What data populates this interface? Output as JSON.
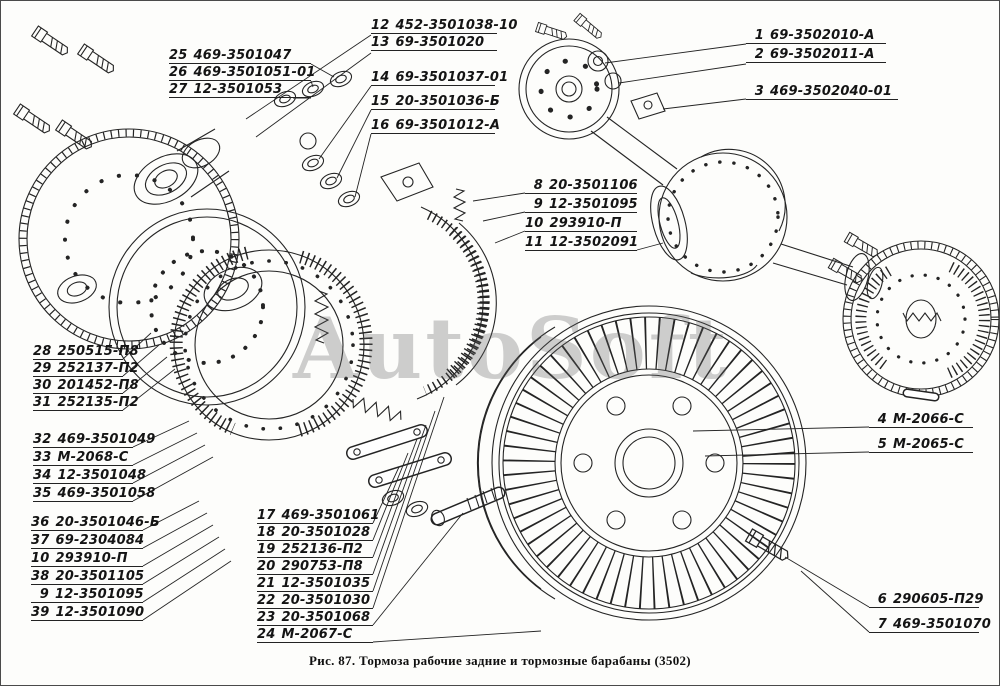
{
  "caption": "Рис. 87. Тормоза рабочие задние и тормозные барабаны (3502)",
  "watermark": "AutoSoft",
  "groups": {
    "top_mid": [
      {
        "num": "12",
        "code": "452-3501038-10"
      },
      {
        "num": "13",
        "code": "69-3501020"
      }
    ],
    "seals_upper": [
      {
        "num": "25",
        "code": "469-3501047"
      },
      {
        "num": "26",
        "code": "469-3501051-01"
      },
      {
        "num": "27",
        "code": "12-3501053"
      }
    ],
    "seals_lower": [
      {
        "num": "14",
        "code": "69-3501037-01"
      },
      {
        "num": "15",
        "code": "20-3501036-Б"
      },
      {
        "num": "16",
        "code": "69-3501012-А"
      }
    ],
    "right_top": [
      {
        "num": "1",
        "code": "69-3502010-А"
      },
      {
        "num": "2",
        "code": "69-3502011-А"
      }
    ],
    "axle_bracket": [
      {
        "num": "3",
        "code": "469-3502040-01"
      }
    ],
    "mid_right": [
      {
        "num": "8",
        "code": "20-3501106"
      },
      {
        "num": "9",
        "code": "12-3501095"
      },
      {
        "num": "10",
        "code": "293910-П"
      },
      {
        "num": "11",
        "code": "12-3502091"
      }
    ],
    "left_a": [
      {
        "num": "28",
        "code": "250515-П8"
      },
      {
        "num": "29",
        "code": "252137-П2"
      },
      {
        "num": "30",
        "code": "201452-П8"
      },
      {
        "num": "31",
        "code": "252135-П2"
      }
    ],
    "left_b": [
      {
        "num": "32",
        "code": "469-3501049"
      },
      {
        "num": "33",
        "code": "М-2068-С"
      },
      {
        "num": "34",
        "code": "12-3501048"
      },
      {
        "num": "35",
        "code": "469-3501058"
      }
    ],
    "left_c": [
      {
        "num": "36",
        "code": "20-3501046-Б"
      },
      {
        "num": "37",
        "code": "69-2304084"
      },
      {
        "num": "10",
        "code": "293910-П"
      },
      {
        "num": "38",
        "code": "20-3501105"
      },
      {
        "num": "9",
        "code": "12-3501095"
      },
      {
        "num": "39",
        "code": "12-3501090"
      }
    ],
    "bottom_mid": [
      {
        "num": "17",
        "code": "469-3501061"
      },
      {
        "num": "18",
        "code": "20-3501028"
      },
      {
        "num": "19",
        "code": "252136-П2"
      },
      {
        "num": "20",
        "code": "290753-П8"
      },
      {
        "num": "21",
        "code": "12-3501035"
      },
      {
        "num": "22",
        "code": "20-3501030"
      },
      {
        "num": "23",
        "code": "20-3501068"
      },
      {
        "num": "24",
        "code": "М-2067-С"
      }
    ],
    "drum_pair": [
      {
        "num": "4",
        "code": "М-2066-С"
      },
      {
        "num": "5",
        "code": "М-2065-С"
      }
    ],
    "bottom_right": [
      {
        "num": "6",
        "code": "290605-П29"
      },
      {
        "num": "7",
        "code": "469-3501070"
      }
    ]
  }
}
